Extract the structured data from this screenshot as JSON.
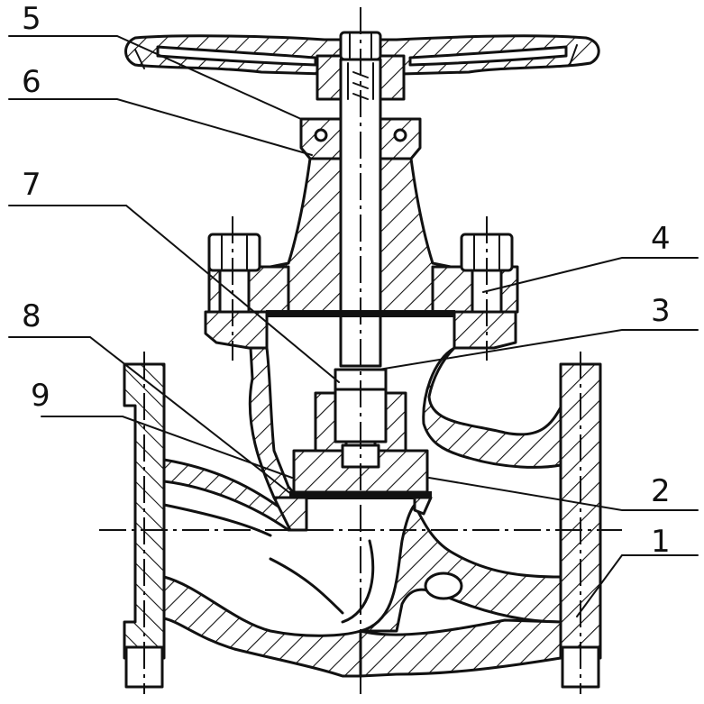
{
  "labels": [
    "5",
    "6",
    "7",
    "8",
    "9",
    "4",
    "3",
    "2",
    "1"
  ],
  "callouts": {
    "c5": "5",
    "c6": "6",
    "c7": "7",
    "c8": "8",
    "c9": "9",
    "c4": "4",
    "c3": "3",
    "c2": "2",
    "c1": "1"
  }
}
